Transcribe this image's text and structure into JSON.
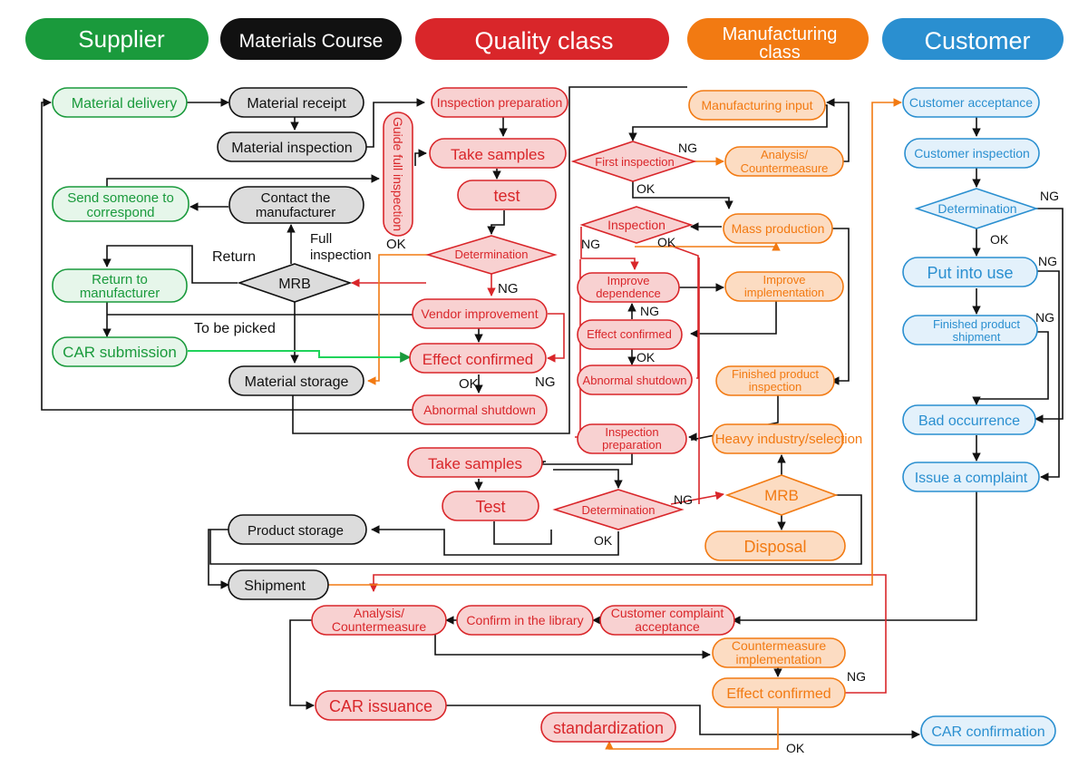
{
  "headers": {
    "supplier": "Supplier",
    "materials": "Materials Course",
    "quality": "Quality class",
    "manufacturing_1": "Manufacturing",
    "manufacturing_2": "class",
    "customer": "Customer"
  },
  "colors": {
    "green": "#1a9a3c",
    "green_fill": "#e6f6ea",
    "black": "#111111",
    "gray_fill": "#dcdcdc",
    "red": "#d9262a",
    "red_fill": "#f8d1d1",
    "orange": "#f27a12",
    "orange_fill": "#fcdcc2",
    "blue": "#2a8fd0",
    "blue_fill": "#e3f1fb"
  },
  "nodes": {
    "material_delivery": "Material delivery",
    "send_someone_1": "Send someone to",
    "send_someone_2": "correspond",
    "return_to_1": "Return to",
    "return_to_2": "manufacturer",
    "car_submission": "CAR submission",
    "material_receipt": "Material receipt",
    "material_inspection": "Material inspection",
    "contact_manufacturer_1": "Contact the",
    "contact_manufacturer_2": "manufacturer",
    "mrb_left": "MRB",
    "material_storage": "Material storage",
    "product_storage": "Product storage",
    "shipment": "Shipment",
    "guide_full_inspection": "Guide full inspection",
    "inspection_preparation": "Inspection preparation",
    "take_samples_top": "Take samples",
    "test_top": "test",
    "determination_top": "Determination",
    "vendor_improvement": "Vendor improvement",
    "effect_confirmed_q": "Effect confirmed",
    "abnormal_shutdown_q": "Abnormal shutdown",
    "take_samples_bottom": "Take samples",
    "test_bottom": "Test",
    "determination_bottom": "Determination",
    "analysis_q_1": "Analysis/",
    "analysis_q_2": "Countermeasure",
    "confirm_library": "Confirm in the library",
    "car_issuance": "CAR issuance",
    "standardization": "standardization",
    "manufacturing_input": "Manufacturing input",
    "first_inspection": "First inspection",
    "analysis_m_1": "Analysis/",
    "analysis_m_2": "Countermeasure",
    "inspection_mid": "Inspection",
    "mass_production": "Mass production",
    "improve_dependence_1": "Improve",
    "improve_dependence_2": "dependence",
    "improve_implementation_1": "Improve",
    "improve_implementation_2": "implementation",
    "effect_confirmed_m": "Effect confirmed",
    "abnormal_shutdown_m": "Abnormal shutdown",
    "finished_inspection_1": "Finished product",
    "finished_inspection_2": "inspection",
    "inspection_prep_m_1": "Inspection",
    "inspection_prep_m_2": "preparation",
    "heavy_industry": "Heavy industry/selection",
    "mrb_right": "MRB",
    "disposal": "Disposal",
    "complaint_acceptance_1": "Customer complaint",
    "complaint_acceptance_2": "acceptance",
    "countermeasure_impl_1": "Countermeasure",
    "countermeasure_impl_2": "implementation",
    "effect_confirmed_bottom": "Effect confirmed",
    "customer_acceptance": "Customer acceptance",
    "customer_inspection": "Customer inspection",
    "determination_c": "Determination",
    "put_into_use": "Put into use",
    "finished_shipment_1": "Finished product",
    "finished_shipment_2": "shipment",
    "bad_occurrence": "Bad occurrence",
    "issue_complaint": "Issue a complaint",
    "car_confirmation": "CAR confirmation"
  },
  "labels": {
    "return": "Return",
    "full_inspection_1": "Full",
    "full_inspection_2": "inspection",
    "to_be_picked": "To be picked",
    "ok_guide": "OK",
    "ng_det_top": "NG",
    "ok_effect_q": "OK",
    "ng_effect_q": "NG",
    "ng_first": "NG",
    "ok_first": "OK",
    "ng_insp_mid": "NG",
    "ok_insp_mid": "OK",
    "ng_improve": "NG",
    "ok_effect_m": "OK",
    "ng_det_bottom": "NG",
    "ok_det_bottom": "OK",
    "ng_effect_bottom": "NG",
    "ok_effect_bottom": "OK",
    "ng_det_c": "NG",
    "ok_det_c": "OK",
    "ng_put_use": "NG",
    "ng_finished_ship": "NG"
  }
}
